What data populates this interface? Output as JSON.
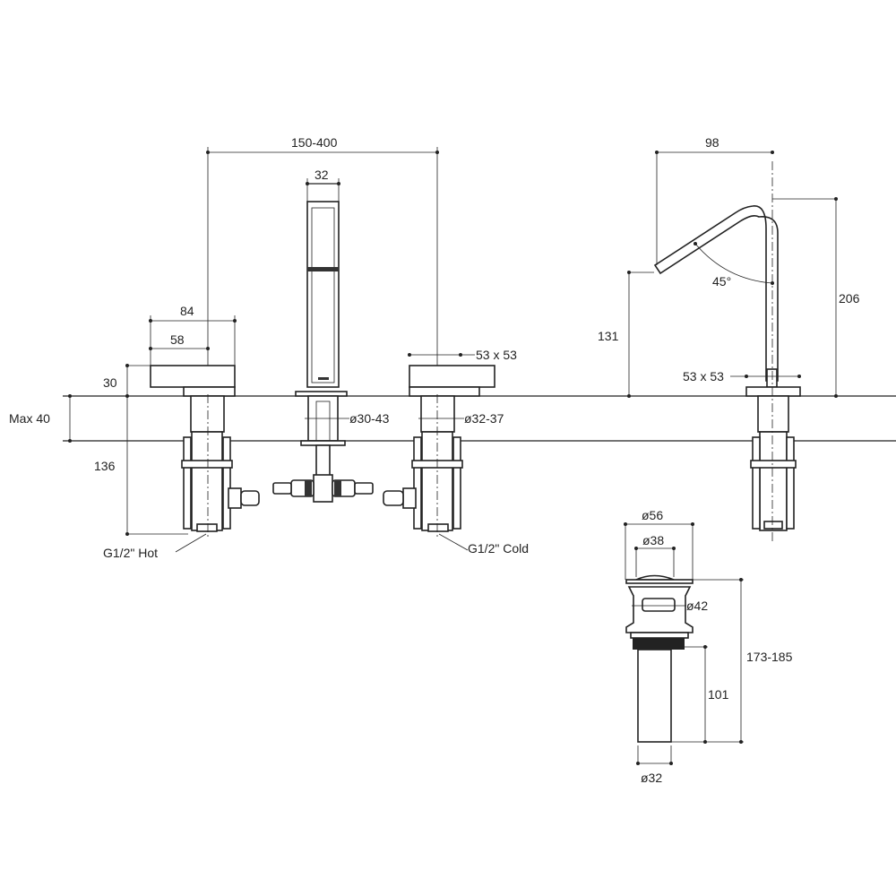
{
  "drawing": {
    "dimensions": {
      "spacing": "150-400",
      "shower_width": "32",
      "handle_width": "84",
      "handle_inner": "58",
      "handle_height": "30",
      "max_deck": "Max 40",
      "below_deck": "136",
      "hot_inlet": "G1/2\" Hot",
      "cold_inlet": "G1/2\" Cold",
      "shower_hole": "ø30-43",
      "handle_hole": "ø32-37",
      "handle_square": "53 x 53",
      "spout_reach": "98",
      "spout_height": "206",
      "spout_outlet_height": "131",
      "spout_angle": "45°",
      "spout_square": "53 x 53",
      "waste_flange": "ø56",
      "waste_plug": "ø38",
      "waste_body": "ø42",
      "waste_length": "173-185",
      "waste_tail": "101",
      "waste_pipe": "ø32"
    }
  }
}
